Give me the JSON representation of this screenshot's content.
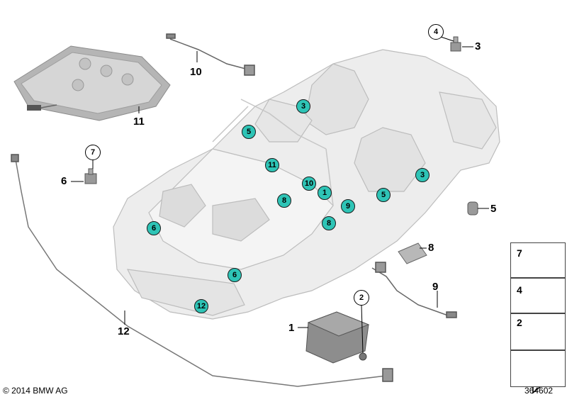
{
  "diagram": {
    "part_labels": [
      {
        "key": "p10",
        "text": "10"
      },
      {
        "key": "p11",
        "text": "11"
      },
      {
        "key": "p3",
        "text": "3"
      },
      {
        "key": "p6",
        "text": "6"
      },
      {
        "key": "p5",
        "text": "5"
      },
      {
        "key": "p8",
        "text": "8"
      },
      {
        "key": "p9",
        "text": "9"
      },
      {
        "key": "p12",
        "text": "12"
      },
      {
        "key": "p1",
        "text": "1"
      }
    ],
    "circled_labels": [
      {
        "key": "c4",
        "text": "4"
      },
      {
        "key": "c7",
        "text": "7"
      },
      {
        "key": "c2",
        "text": "2"
      }
    ],
    "callouts": [
      {
        "key": "t3a",
        "text": "3"
      },
      {
        "key": "t5a",
        "text": "5"
      },
      {
        "key": "t11",
        "text": "11"
      },
      {
        "key": "t10",
        "text": "10"
      },
      {
        "key": "t1",
        "text": "1"
      },
      {
        "key": "t8a",
        "text": "8"
      },
      {
        "key": "t9",
        "text": "9"
      },
      {
        "key": "t8b",
        "text": "8"
      },
      {
        "key": "t5b",
        "text": "5"
      },
      {
        "key": "t3b",
        "text": "3"
      },
      {
        "key": "t6a",
        "text": "6"
      },
      {
        "key": "t6b",
        "text": "6"
      },
      {
        "key": "t12",
        "text": "12"
      }
    ]
  },
  "legend": [
    {
      "number": "7",
      "icon": "nut-bracket-icon"
    },
    {
      "number": "4",
      "icon": "screw-icon"
    },
    {
      "number": "2",
      "icon": "flange-nut-icon"
    }
  ],
  "footer": {
    "copyright": "© 2014 BMW AG",
    "diagram_id": "364602"
  },
  "colors": {
    "callout_fill": "#2ec4b6",
    "body_fill": "#ececec",
    "body_stroke": "#bdbdbd",
    "part_fill": "#9a9a9a"
  }
}
